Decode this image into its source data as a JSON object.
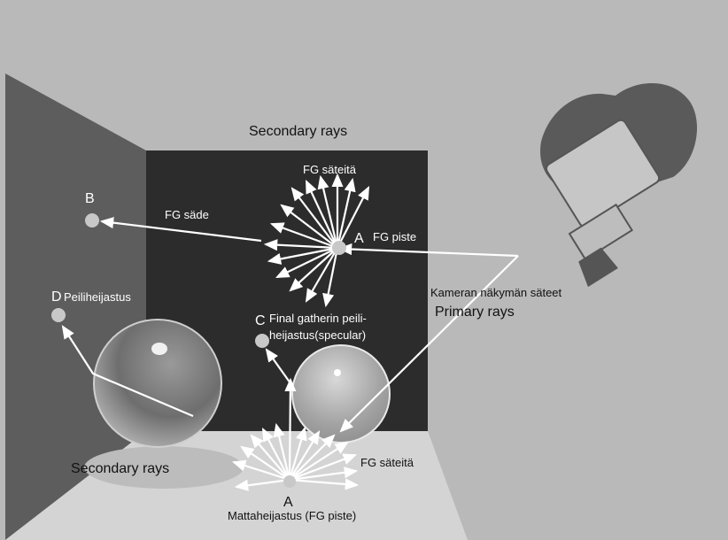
{
  "labels": {
    "secondary_top": "Secondary rays",
    "fg_rays_top": "FG säteitä",
    "fg_ray": "FG säde",
    "point_b": "B",
    "point_a_top": "A",
    "fg_point": "FG piste",
    "point_d": "D",
    "mirror_reflection": "Peiliheijastus",
    "point_c": "C",
    "final_gather_line1": "Final gatherin peili-",
    "final_gather_line2": "heijastus(specular)",
    "camera_view_rays": "Kameran näkymän säteet",
    "primary_rays": "Primary rays",
    "fg_rays_bottom": "FG säteitä",
    "secondary_bottom": "Secondary rays",
    "point_a_bottom": "A",
    "matte_reflection": "Mattaheijastus (FG piste)"
  },
  "colors": {
    "background": "#b9b9b9",
    "back_wall": "#2c2c2c",
    "left_wall": "#5d5d5d",
    "floor": "#d4d4d4",
    "camera_body": "#c6c6c6",
    "reel": "#5a5a5a",
    "ray": "#ffffff",
    "point": "#c8c8c8"
  }
}
